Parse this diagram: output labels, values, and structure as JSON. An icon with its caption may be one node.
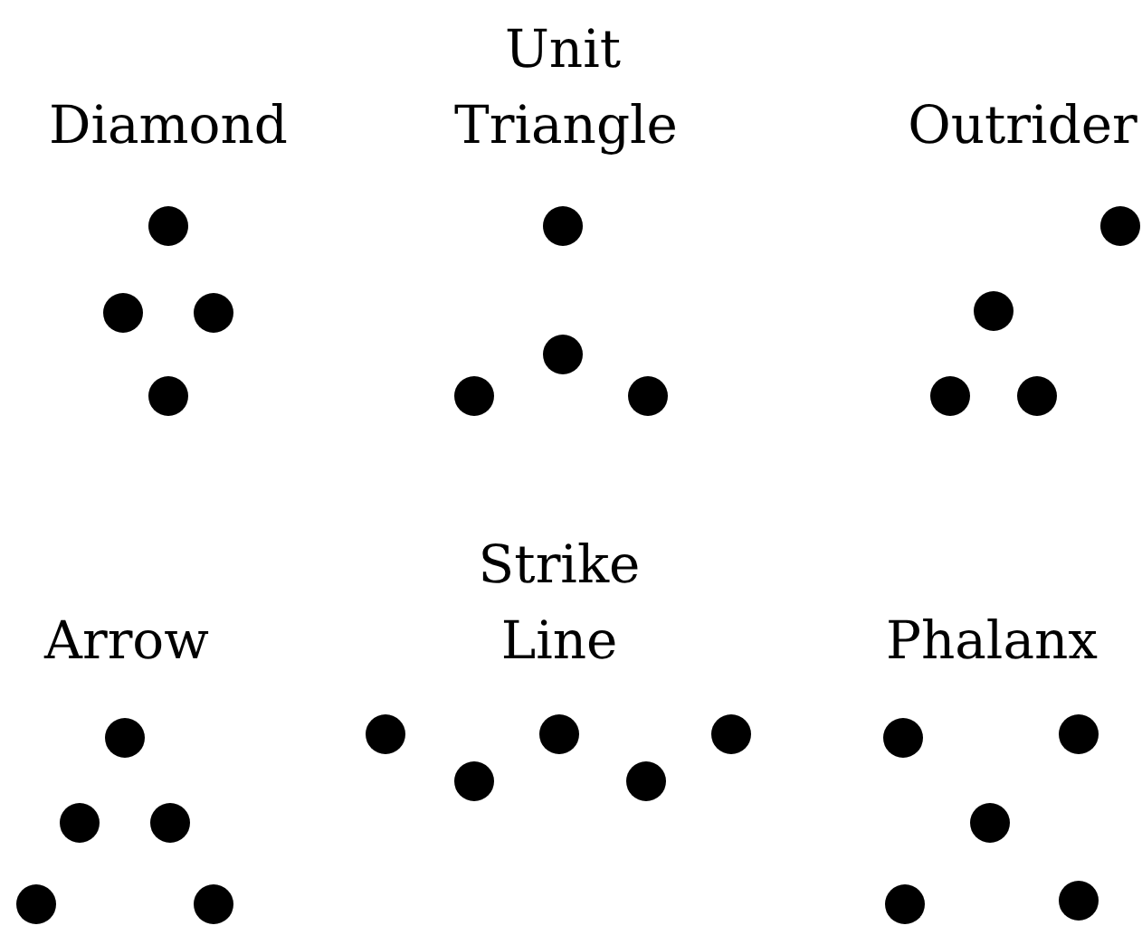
{
  "diagram": {
    "labels": [
      "Diamond",
      "Unit Triangle",
      "Outrider",
      "Arrow",
      "Strike Line",
      "Phalanx"
    ]
  }
}
